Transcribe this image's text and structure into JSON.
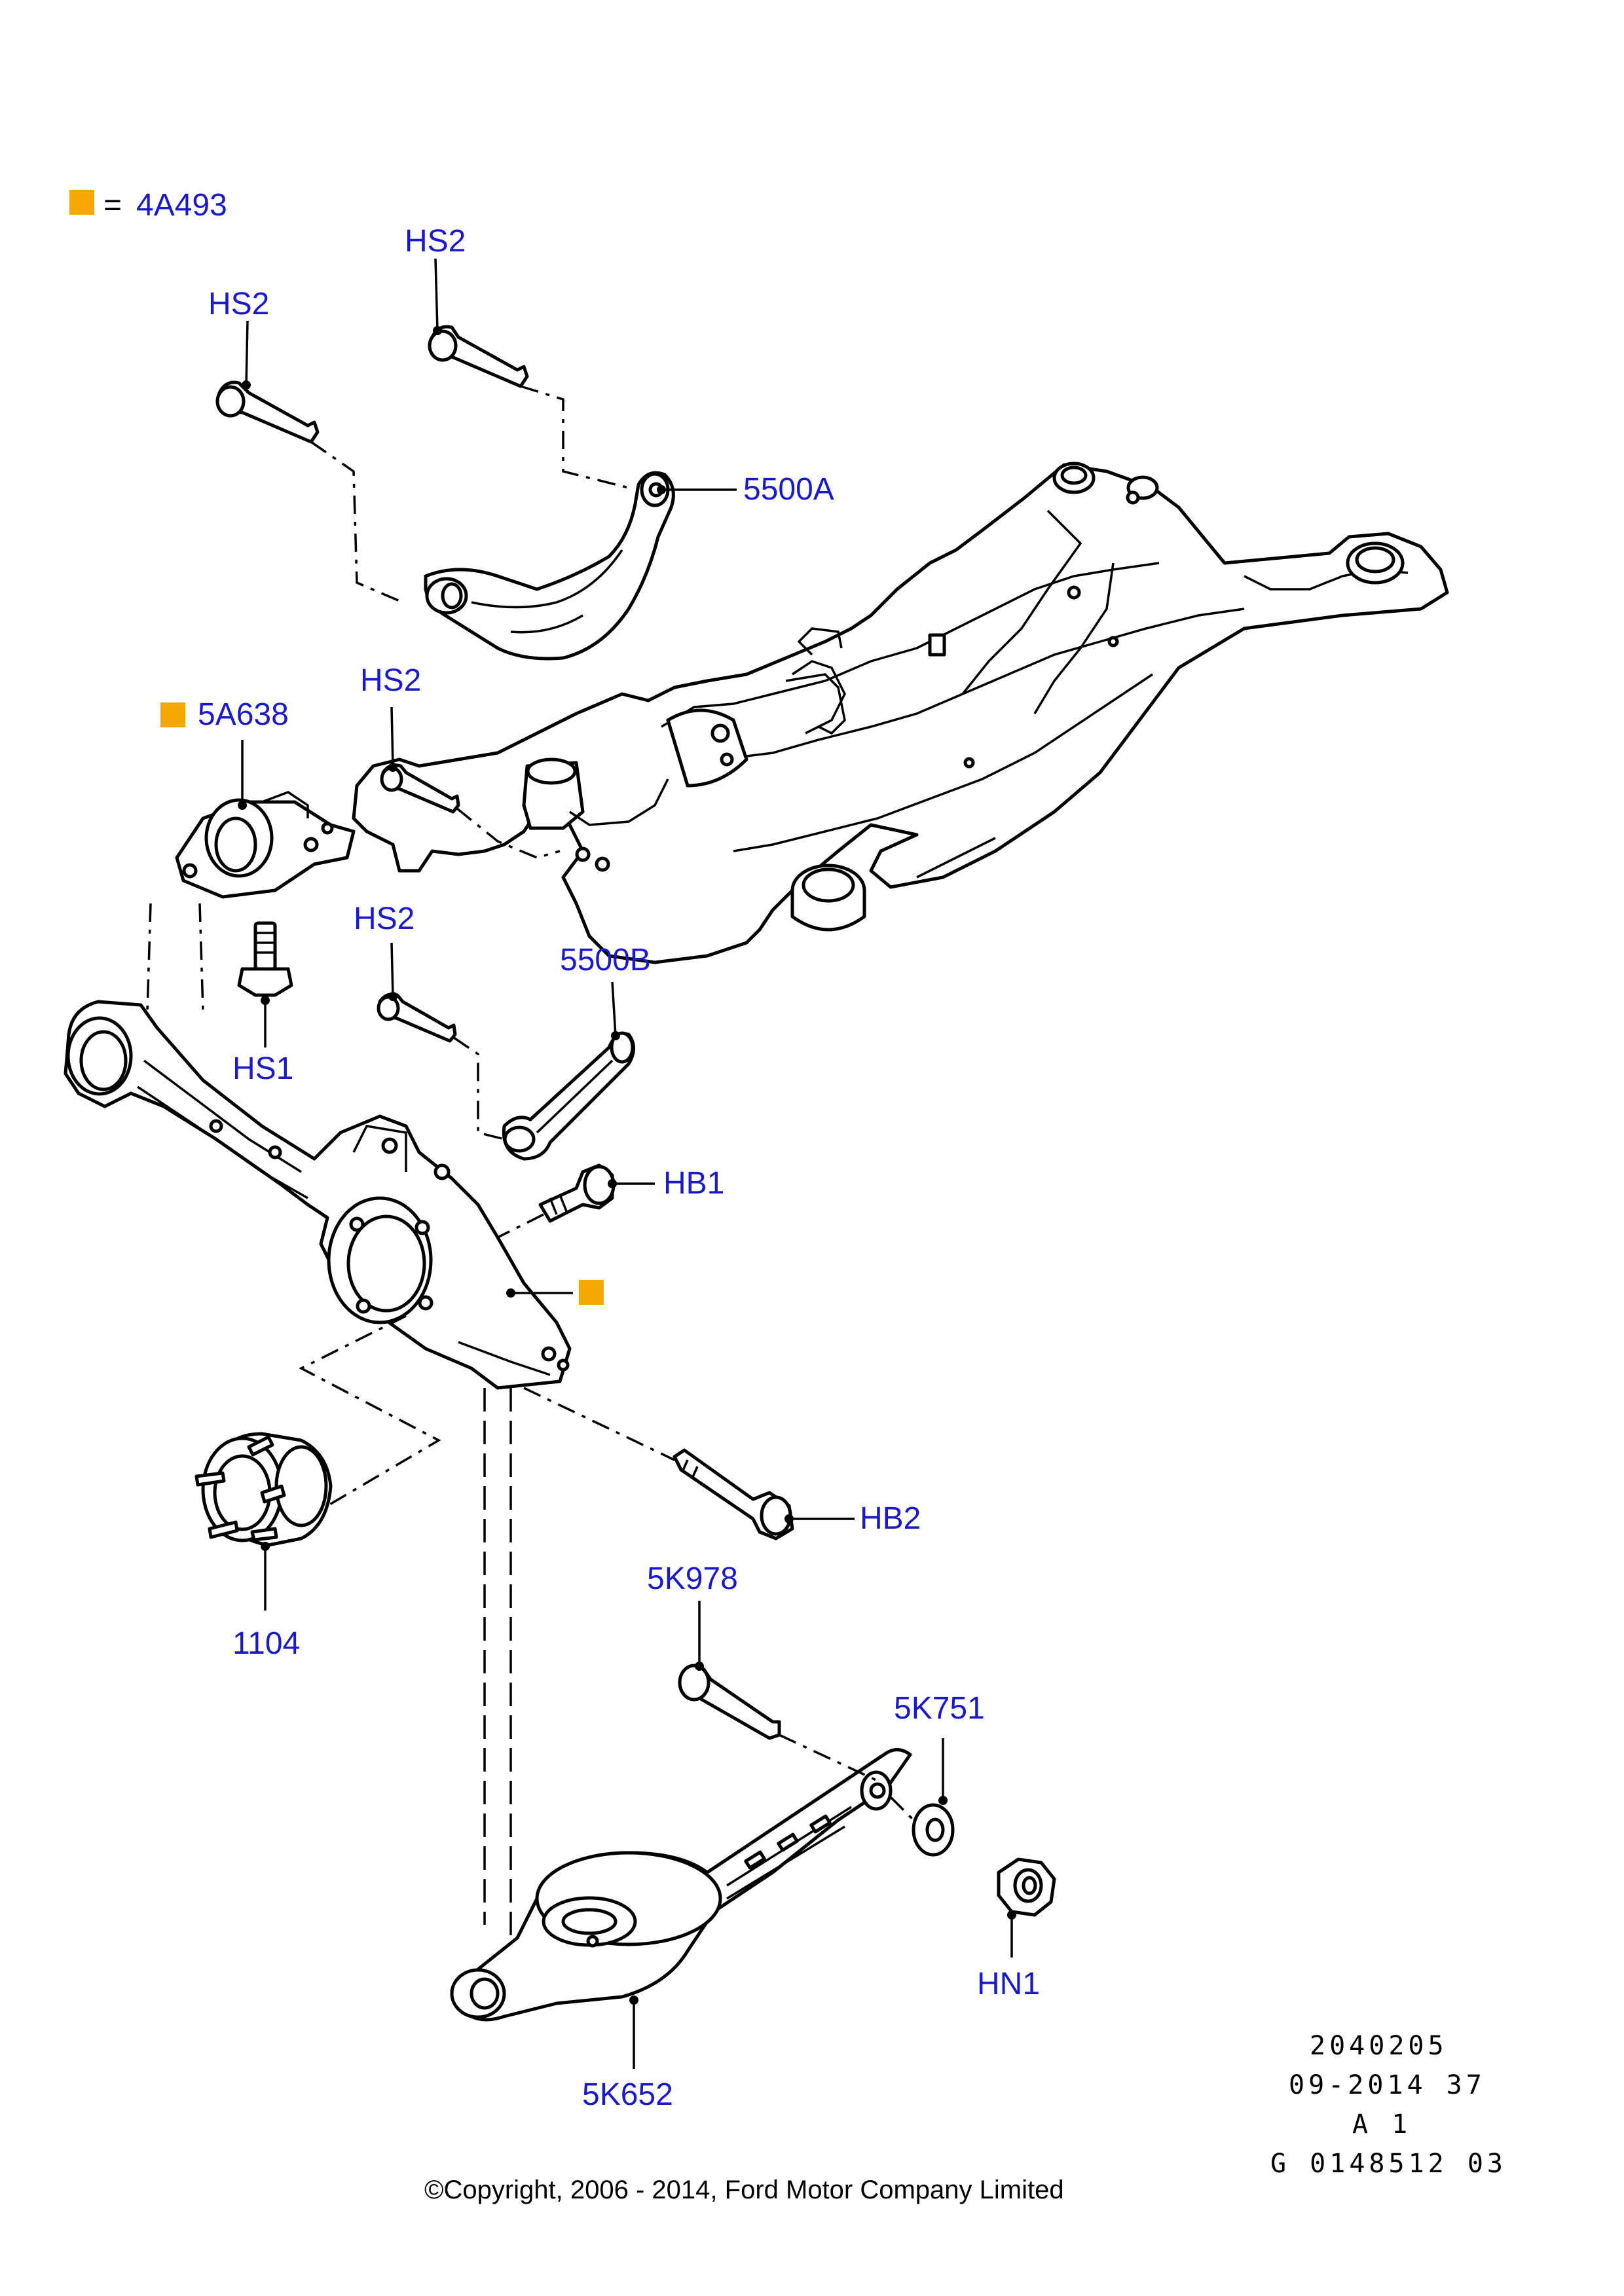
{
  "colors": {
    "label": "#1a1acc",
    "legend_marker": "#f5a800",
    "line": "#000000"
  },
  "legend": {
    "equals": "=",
    "part_number": "4A493"
  },
  "callouts": {
    "hs2_top": "HS2",
    "hs2_upper_left": "HS2",
    "arm_5500a": "5500A",
    "hs2_middle": "HS2",
    "bush_5a638": "5A638",
    "hs2_lower": "HS2",
    "link_5500b": "5500B",
    "hs1": "HS1",
    "hb1": "HB1",
    "hb2": "HB2",
    "hub_1104": "1104",
    "bolt_5k978": "5K978",
    "washer_5k751": "5K751",
    "hn1": "HN1",
    "arm_5k652": "5K652"
  },
  "footer": {
    "code_line1": "2040205",
    "code_line2": "09-2014 37",
    "code_line3": "A 1",
    "code_line4": "G 0148512 03",
    "copyright": "©Copyright, 2006 - 2014, Ford Motor Company Limited"
  }
}
